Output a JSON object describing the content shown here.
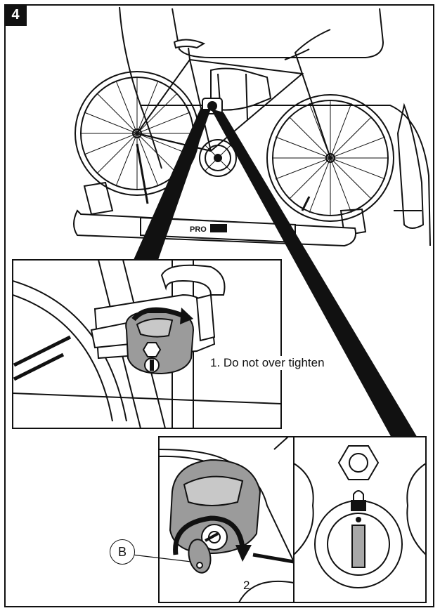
{
  "step": {
    "number": "4"
  },
  "labels": {
    "step1": "1. Do not over tighten",
    "step2": "2.",
    "callout": "B"
  },
  "brand": {
    "text": "PRO"
  },
  "colors": {
    "line": "#111111",
    "knob": "#9b9b9b",
    "knob_dark": "#6c6c6c",
    "slot": "#a8a8a8"
  }
}
